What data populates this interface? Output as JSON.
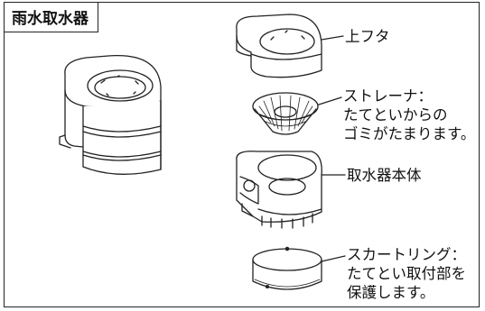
{
  "title": "雨水取水器",
  "labels": {
    "lid": [
      "上フタ"
    ],
    "strainer": [
      "ストレーナ：",
      "たてといからの",
      "ゴミがたまります。"
    ],
    "body": [
      "取水器本体"
    ],
    "skirt": [
      "スカートリング：",
      "たてとい取付部を",
      "保護します。"
    ]
  }
}
